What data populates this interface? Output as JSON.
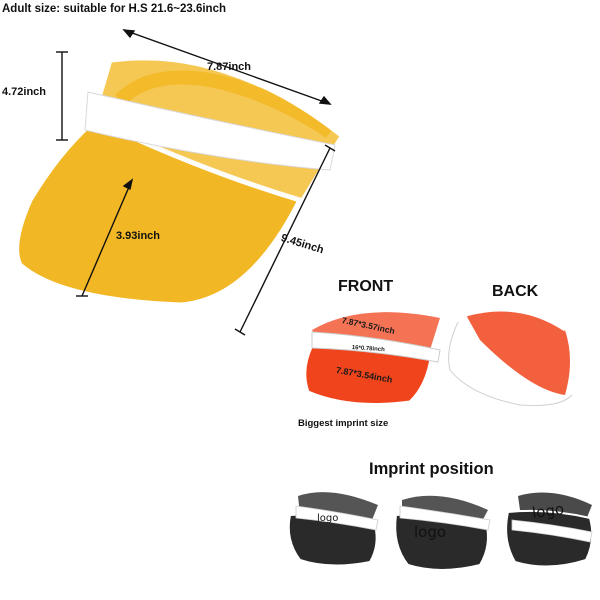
{
  "texts": {
    "size_note": "Adult size: suitable for H.S 21.6~23.6inch",
    "dim_width": "7.87inch",
    "dim_height": "4.72inch",
    "dim_depth": "3.93inch",
    "dim_diag": "9.45inch",
    "front_title": "FRONT",
    "back_title": "BACK",
    "front_dim_top": "7.87*3.57inch",
    "front_dim_band": "16*0.78inch",
    "front_dim_lower": "7.87*3.54inch",
    "imprint_caption": "Biggest imprint size",
    "imprint_title": "Imprint position",
    "logo_1": "logo",
    "logo_2": "logo",
    "logo_3": "logo"
  },
  "colors": {
    "visor_yellow": "#f2b41a",
    "visor_red": "#f0441c",
    "visor_black": "#2a2a2a",
    "band_white": "#ffffff"
  }
}
